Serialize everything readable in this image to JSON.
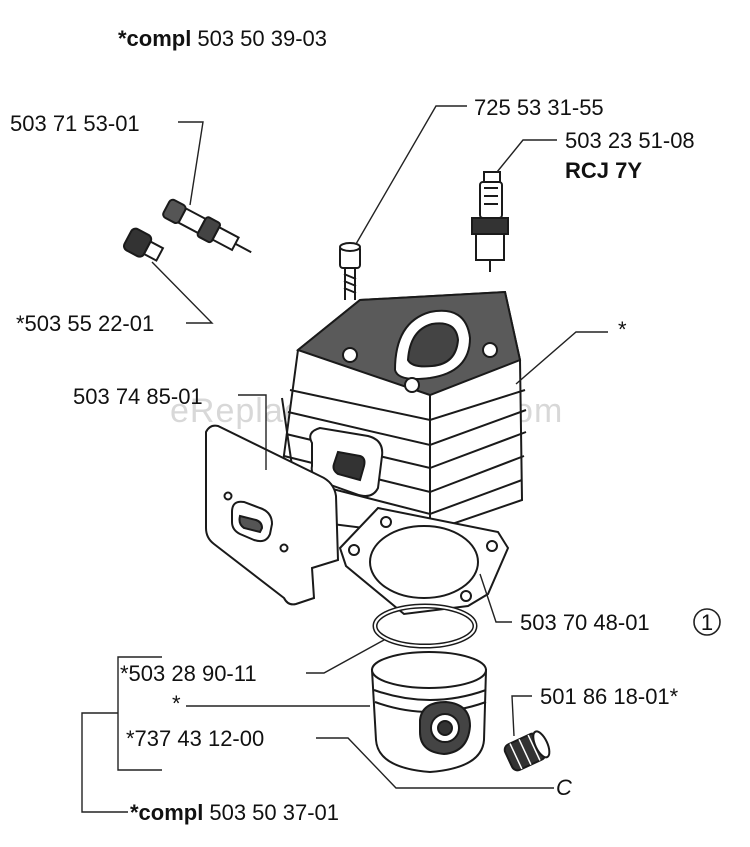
{
  "watermark": "eReplacementParts.com",
  "labels": {
    "kit_top_prefix": "*compl",
    "kit_top_number": "503 50 39-03",
    "valve": "503 71 53-01",
    "plug": "*503 55 22-01",
    "screw": "725 53 31-55",
    "spark_plug": "503 23 51-08",
    "spark_plug_type": "RCJ 7Y",
    "cylinder_star": "*",
    "muffler_gasket": "503 74 85-01",
    "base_gasket": "503 70 48-01",
    "base_gasket_ref": "1",
    "piston_ring": "*503 28 90-11",
    "piston_star": "*",
    "piston_pin": "*737 43 12-00",
    "needle_bearing": "501 86 18-01*",
    "circlip_glyph": "C",
    "kit_bottom_prefix": "*compl",
    "kit_bottom_number": "503 50 37-01"
  }
}
